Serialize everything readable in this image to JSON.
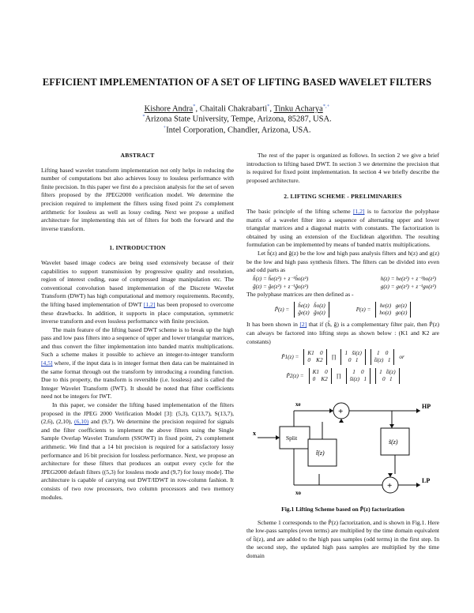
{
  "title": "EFFICIENT IMPLEMENTATION OF A SET OF LIFTING BASED WAVELET FILTERS",
  "authors": [
    {
      "name": "Kishore Andra",
      "mark": "*"
    },
    {
      "name": "Chaitali Chakrabarti",
      "mark": "*"
    },
    {
      "name": "Tinku Acharya",
      "mark": "*,+"
    }
  ],
  "affiliations": [
    {
      "mark": "*",
      "text": "Arizona State University, Tempe, Arizona, 85287, USA."
    },
    {
      "mark": "+",
      "text": "Intel Corporation, Chandler, Arizona, USA."
    }
  ],
  "abstract": {
    "heading": "ABSTRACT",
    "text": "Lifting based wavelet transform implementation not only helps in reducing the number of computations but also achieves lossy to lossless performance with finite precision. In this paper we first do a precision analysis for the set of seven filters proposed by the JPEG2000 verification model. We determine the precision required to implement the filters using fixed point 2's complement arithmetic for lossless as well as lossy coding. Next we propose a unified architecture for implementing this set of filters for both the forward and the inverse transform."
  },
  "intro": {
    "heading": "1.    INTRODUCTION",
    "p1_before": "Wavelet based image codecs are being used extensively because of their capabilities to support transmission by progressive quality and resolution, region of interest coding, ease of compressed image manipulation etc. The conventional convolution based implementation of the Discrete Wavelet Transform (DWT) has high computational and memory requirements. Recently, the lifting based implementation of DWT ",
    "p1_ref": "[1,2]",
    "p1_after": " has been proposed to overcome these drawbacks. In addition, it supports in place computation, symmetric inverse transform and even lossless performance with finite precision.",
    "p2_before": "The main feature of the lifting based DWT scheme is to break up the high pass and low pass filters into a sequence of upper and lower triangular matrices, and thus convert the filter implementation into banded matrix multiplications. Such a scheme makes it possible to achieve an integer-to-integer transform ",
    "p2_ref": "[4,5]",
    "p2_after": " where, if the input data is in integer format then data can be maintained in the same format through out the transform by introducing a rounding function. Due to this property, the transform is reversible (i.e. lossless) and is called the Integer Wavelet Transform (IWT). It should be noted that filter coefficients need not be integers for IWT.",
    "p3_before": "In this paper, we consider the lifting based implementation of the filters proposed in the JPEG 2000 Verification Model [3]: (5,3), C(13,7), S(13,7), (2,6), (2,10), ",
    "p3_ref": "(6,10)",
    "p3_after": " and (9,7). We determine the precision required for signals and the filter coefficients to implement the above filters using the Single Sample Overlap Wavelet Transform (SSOWT) in fixed point, 2's complement arithmetic. We find that a 14 bit precision is required for a satisfactory lossy performance and 16 bit precision for lossless performance. Next, we propose an architecture for these filters that produces an output every cycle for the JPEG2000 default filters ((5,3) for lossless mode and (9,7) for lossy mode]. The architecture is capable of carrying out DWT/IDWT in row-column fashion. It consists of two row processors, two column processors and two memory modules."
  },
  "right": {
    "p_org": "The rest of the paper is organized as follows. In section 2 we give a brief introduction to lifting based DWT. In section 3 we determine the precision that is required for fixed point implementation. In section 4 we briefly describe the proposed architecture.",
    "heading2": "2.    LIFTING SCHEME - PRELIMINARIES",
    "p_basic_before": "The basic principle of the lifting scheme ",
    "p_basic_ref": "[1,2]",
    "p_basic_after": " is to factorize the polyphase matrix of a wavelet filter into a sequence of alternating upper and lower triangular matrices and a diagonal matrix with constants. The factorization is obtained by using an extension of the Euclidean algorithm. The resulting formulation can be implemented by means of banded matrix multiplications.",
    "p_let": "Let h̃(z) and g̃(z) be the low and high pass analysis filters and h(z) and g(z) be the low and high pass synthesis filters. The filters can be divided into even and odd parts as",
    "eq_l1": "h̃(z) = h̃e(z²) + z⁻¹h̃o(z²)",
    "eq_r1": "h(z) = he(z²) + z⁻¹ho(z²)",
    "eq_l2": "g̃(z) = g̃e(z²) + z⁻¹g̃o(z²)",
    "eq_r2": "g(z) = ge(z²) + z⁻¹go(z²)",
    "p_poly": "The polyphase matrices are then defined as -",
    "p_shown_before": "It has been shown in ",
    "p_shown_ref": "[2]",
    "p_shown_after": " that if (h̃, g̃) is a complementary filter pair, then P̃(z) can always be factored into lifting steps as shown below : (K1 and K2 are constants)",
    "or": "or",
    "fig_caption": "Fig.1 Lifting Scheme based on  P̃(z)  factorization",
    "p_scheme": "Scheme 1 corresponds to the P̃(z) factorization, and is shown in Fig.1. Here the low-pass samples (even terms) are multiplied by the time domain equivalent of t̃i(z), and are added to the high pass samples (odd terms) in the first step. In the second step, the updated high pass samples are multiplied by the time domain"
  },
  "figure": {
    "in_x": "x",
    "in_xe": "xe",
    "in_xo": "xo",
    "split": "Split",
    "block_t": "t̃(z)",
    "block_s": "s̃(z)",
    "out_hp": "HP",
    "out_lp": "LP",
    "plus": "+"
  }
}
